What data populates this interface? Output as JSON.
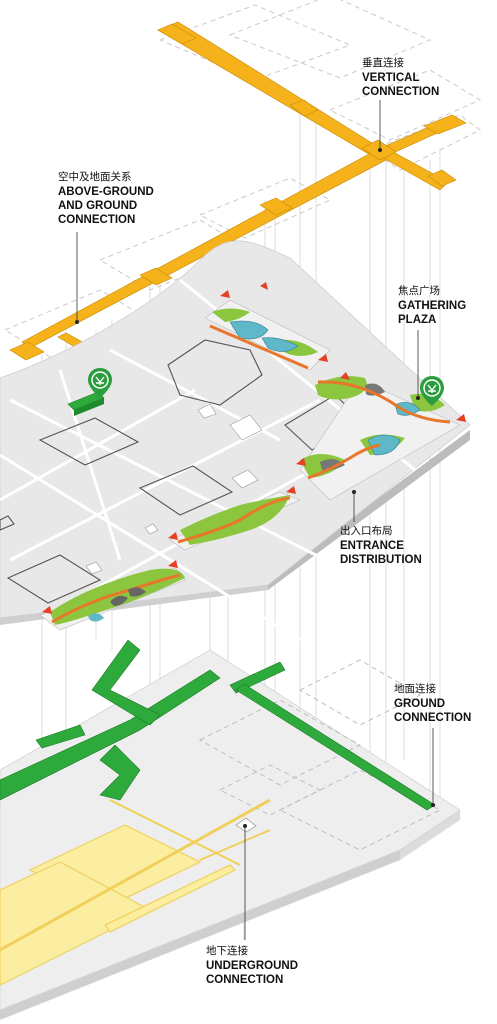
{
  "labels": {
    "vertical": {
      "zh": "垂直连接",
      "en1": "VERTICAL",
      "en2": "CONNECTION"
    },
    "above_ground": {
      "zh": "空中及地面关系",
      "en1": "ABOVE-GROUND",
      "en2": "AND GROUND",
      "en3": "CONNECTION"
    },
    "gathering": {
      "zh": "焦点广场",
      "en1": "GATHERING",
      "en2": "PLAZA"
    },
    "entrance": {
      "zh": "出入口布局",
      "en1": "ENTRANCE",
      "en2": "DISTRIBUTION"
    },
    "ground": {
      "zh": "地面连接",
      "en1": "GROUND",
      "en2": "CONNECTION"
    },
    "underground": {
      "zh": "地下连接",
      "en1": "UNDERGROUND",
      "en2": "CONNECTION"
    }
  },
  "colors": {
    "skyway": "#f5b21b",
    "ground_green": "#2eaa3c",
    "underground_yellow": "#fbeea0",
    "plaza_red": "#e64027",
    "walkway_orange": "#e8762b",
    "water_blue": "#5fb8c8",
    "planting_green": "#8cc63f",
    "slab_gray": "#e6e6e6",
    "metro_icon": "#2a9d3f"
  },
  "icons": [
    "metro-icon",
    "metro-icon"
  ]
}
